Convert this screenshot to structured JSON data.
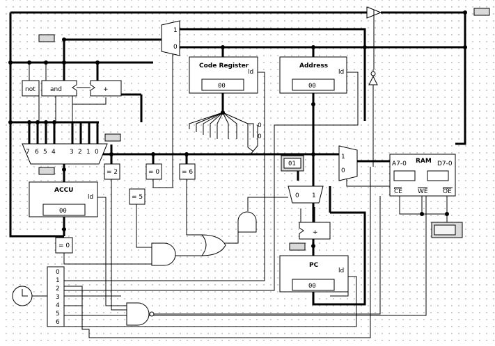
{
  "modules": {
    "not_label": "not",
    "and_label": "and",
    "add_top_label": "+",
    "code_register": {
      "title": "Code Register",
      "ld": "ld",
      "value": "00"
    },
    "address": {
      "title": "Address",
      "ld": "ld",
      "value": "00"
    },
    "accu": {
      "title": "ACCU",
      "ld": "ld",
      "value": "00"
    },
    "pc": {
      "title": "PC",
      "ld": "ld",
      "value": "00"
    },
    "ram": {
      "title": "RAM",
      "addr": "A7-0",
      "data": "D7-0",
      "ce": "CE",
      "we": "WE",
      "oe": "OE"
    },
    "add_pc_label": "+",
    "const_01": "01"
  },
  "mux_top": {
    "in1": "1",
    "in0": "0"
  },
  "mux_right": {
    "in1": "1",
    "in0": "0"
  },
  "mux_pc": {
    "in0": "0",
    "in1": "1"
  },
  "splitter_code": {
    "out0": "0",
    "out1": "0"
  },
  "alu_mux_bits": [
    "7",
    "6",
    "5",
    "4",
    "3",
    "2",
    "1",
    "0"
  ],
  "comparators": [
    "= 2",
    "= 0",
    "= 6",
    "= 5",
    "= 0"
  ],
  "counter_outputs": [
    "0",
    "1",
    "2",
    "3",
    "4",
    "5",
    "6"
  ]
}
